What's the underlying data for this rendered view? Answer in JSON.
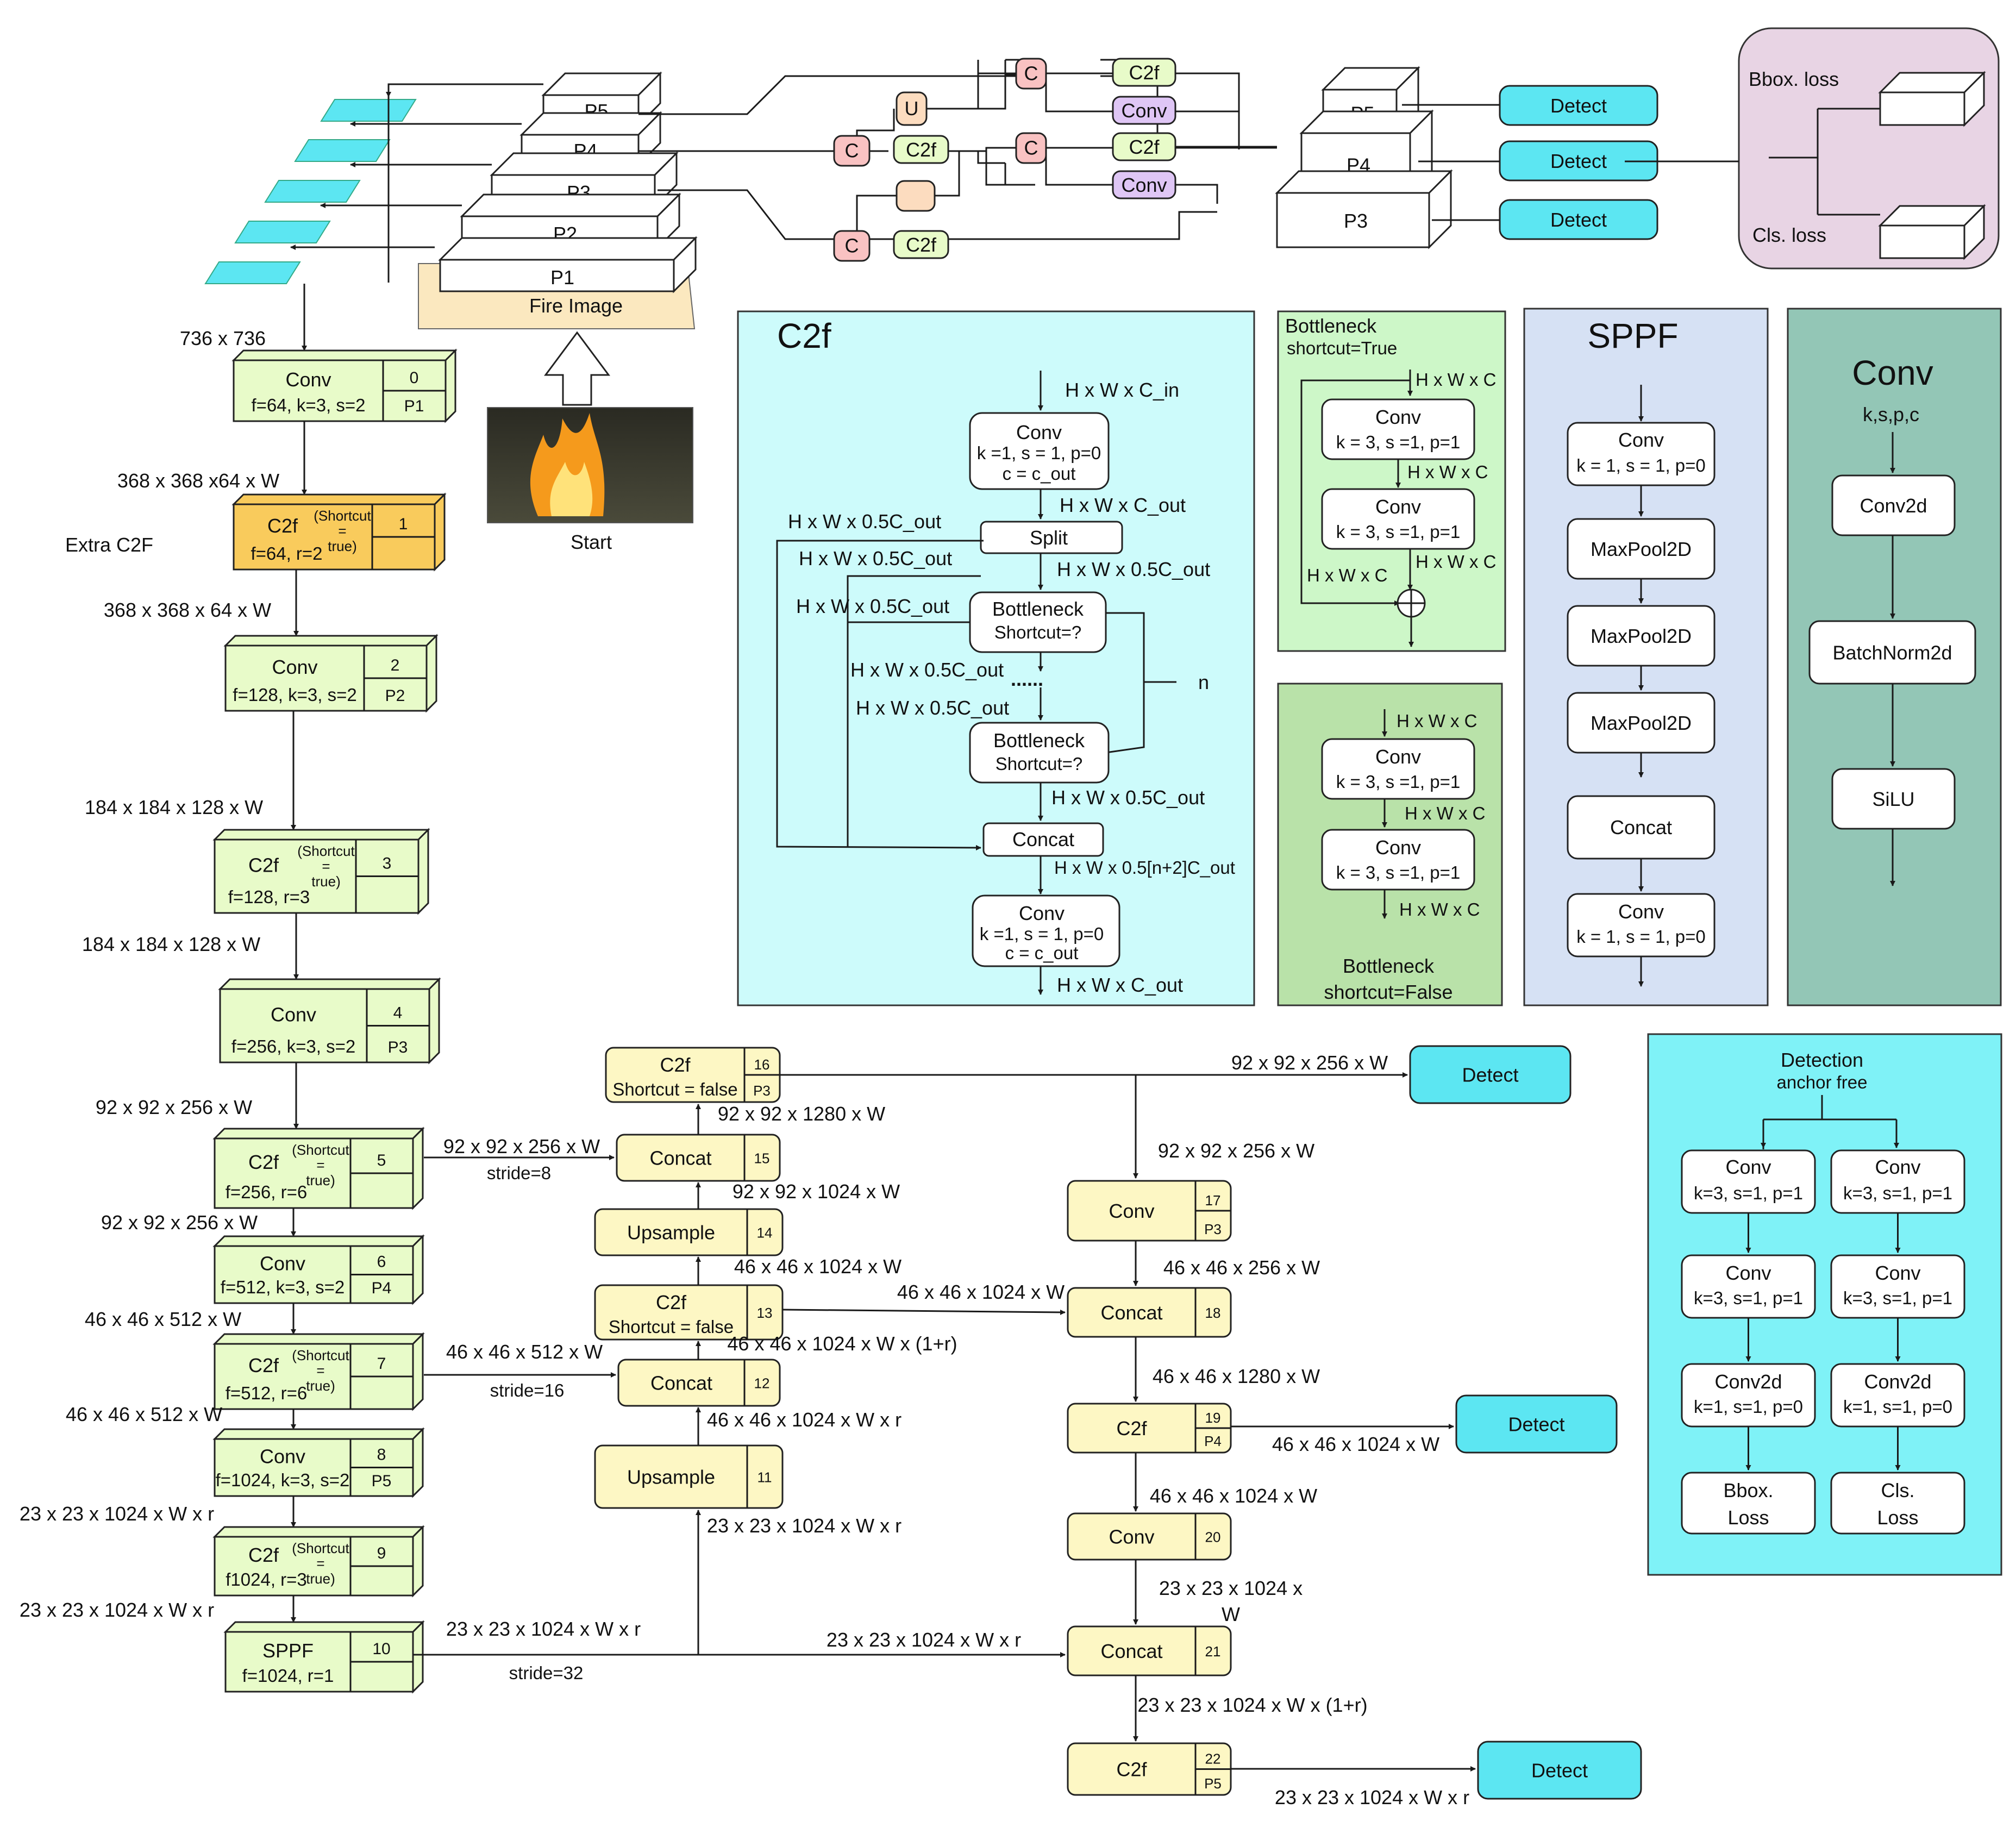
{
  "colors": {
    "backbone_green": "#e8fbc9",
    "extra_c2f": "#f9cb5c",
    "neck_yellow": "#fdf7c4",
    "detect_cyan": "#5ce6f2",
    "c2f_panel": "#cdfbfb",
    "bottleneck_true_panel": "#cdf7c8",
    "bottleneck_false_panel": "#b9e2a9",
    "sppf_panel": "#d6e1f4",
    "conv_panel": "#93c6b6",
    "detection_panel": "#7ff2f7",
    "loss_panel": "#e8d4e4",
    "c_node": "#f9c2c2",
    "u_node": "#fcdcbf",
    "conv_node": "#dfc6f5",
    "fire_image": "#fbe8bf"
  },
  "top": {
    "pyramid": [
      "P5",
      "P4",
      "P3",
      "P2",
      "P1"
    ],
    "fire_image_label": "Fire Image",
    "start_label": "Start",
    "c_label": "C",
    "u_label": "U",
    "c2f_label": "C2f",
    "conv_label": "Conv",
    "out_pyramid": [
      "P5",
      "P4",
      "P3"
    ],
    "detect_label": "Detect",
    "bbox_loss": "Bbox. loss",
    "cls_loss": "Cls. loss"
  },
  "backbone": {
    "in_dim": "736 x 736",
    "extra_c2f_label": "Extra C2F",
    "shortcut_word": "(Shortcut",
    "eq_word": "=",
    "true_word": "true)",
    "blocks": [
      {
        "name": "Conv",
        "param": "f=64, k=3, s=2",
        "idx": "0",
        "p": "P1"
      },
      {
        "name": "C2f",
        "param": "f=64, r=2",
        "idx": "1"
      },
      {
        "name": "Conv",
        "param": "f=128, k=3, s=2",
        "idx": "2",
        "p": "P2"
      },
      {
        "name": "C2f",
        "param": "f=128, r=3",
        "idx": "3"
      },
      {
        "name": "Conv",
        "param": "f=256, k=3, s=2",
        "idx": "4",
        "p": "P3"
      },
      {
        "name": "C2f",
        "param": "f=256, r=6",
        "idx": "5"
      },
      {
        "name": "Conv",
        "param": "f=512, k=3, s=2",
        "idx": "6",
        "p": "P4"
      },
      {
        "name": "C2f",
        "param": "f=512, r=6",
        "idx": "7"
      },
      {
        "name": "Conv",
        "param": "f=1024, k=3, s=2",
        "idx": "8",
        "p": "P5"
      },
      {
        "name": "C2f",
        "param": "f1024, r=3",
        "idx": "9"
      },
      {
        "name": "SPPF",
        "param": "f=1024, r=1",
        "idx": "10"
      }
    ],
    "dims": [
      "368 x 368 x64 x W",
      "368 x 368 x 64 x W",
      "184 x 184 x 128 x W",
      "184 x 184 x 128 x W",
      "92 x 92 x 256 x W",
      "92 x 92 x 256 x W",
      "46 x 46 x 512 x W",
      "46 x 46 x 512 x W",
      "23 x 23 x 1024 x W x r",
      "23 x 23 x 1024 x W x r"
    ]
  },
  "neck": {
    "concat": "Concat",
    "upsample": "Upsample",
    "c2f": "C2f",
    "conv": "Conv",
    "shortcut_false": "Shortcut = false",
    "detect": "Detect",
    "stride8": "stride=8",
    "stride16": "stride=16",
    "stride32": "stride=32",
    "idx": {
      "n11": "11",
      "n12": "12",
      "n13": "13",
      "n14": "14",
      "n15": "15",
      "n16": "16",
      "n17": "17",
      "n18": "18",
      "n19": "19",
      "n20": "20",
      "n21": "21",
      "n22": "22"
    },
    "p3": "P3",
    "p4": "P4",
    "p5": "P5",
    "d_5_15": "92 x 92 x 256 x W",
    "d_7_12": "46 x 46 x 512 x W",
    "d_10_11": "23 x 23 x 1024 x W x r",
    "d_10_21": "23 x 23 x 1024 x W x r",
    "d_11_12": "46 x 46 x 1024 x W x r",
    "d_11_in": "23 x 23 x 1024 x W x r",
    "d_12_13": "46 x 46 x 1024 x W x (1+r)",
    "d_13_14": "46 x 46 x 1024 x W",
    "d_13_18": "46 x 46 x 1024 x W",
    "d_14_15": "92 x 92 x 1024 x W",
    "d_15_16": "92 x 92 x 1280 x W",
    "d_16_det": "92 x 92 x 256 x W",
    "d_16_17": "92 x 92 x 256 x W",
    "d_17_18": "46 x 46 x 256 x W",
    "d_18_19": "46 x 46 x 1280 x W",
    "d_19_det": "46 x 46 x 1024 x W",
    "d_19_20": "46 x 46 x 1024 x W",
    "d_20_21a": "23 x 23 x 1024 x",
    "d_20_21b": "W",
    "d_21_22": "23 x 23 x 1024 x W x (1+r)",
    "d_22_det": "23 x 23 x 1024 x W x r"
  },
  "c2f_panel": {
    "title": "C2f",
    "in": "H x W x C_in",
    "conv1": [
      "Conv",
      "k =1, s = 1, p=0",
      "c = c_out"
    ],
    "after_conv": "H x W x C_out",
    "split": "Split",
    "split_left1": "H x W x 0.5C_out",
    "split_left2": "H x W x 0.5C_out",
    "split_right": "H x W x 0.5C_out",
    "bn_left": "H x W x 0.5C_out",
    "bottleneck": "Bottleneck",
    "shortcut_q": "Shortcut=?",
    "mid1": "H x W x 0.5C_out",
    "mid2": "H x W x 0.5C_out",
    "dots": "......",
    "n": "n",
    "after_bn": "H x W x 0.5C_out",
    "concat": "Concat",
    "after_concat": "H x W x 0.5[n+2]C_out",
    "conv2": [
      "Conv",
      "k =1, s = 1, p=0",
      "c = c_out"
    ],
    "out": "H x W x C_out"
  },
  "bottleneck_true": {
    "title": "Bottleneck",
    "subtitle": "shortcut=True",
    "dim": "H x W x C",
    "conv": "Conv",
    "param": "k = 3, s =1, p=1"
  },
  "bottleneck_false": {
    "dim": "H x W x C",
    "conv": "Conv",
    "param": "k = 3, s =1, p=1",
    "title": "Bottleneck",
    "subtitle": "shortcut=False"
  },
  "sppf_panel": {
    "title": "SPPF",
    "conv": "Conv",
    "conv_param": "k = 1, s = 1, p=0",
    "maxpool": "MaxPool2D",
    "concat": "Concat"
  },
  "conv_panel": {
    "title": "Conv",
    "subtitle": "k,s,p,c",
    "items": [
      "Conv2d",
      "BatchNorm2d",
      "SiLU"
    ]
  },
  "detection_panel": {
    "title": "Detection",
    "subtitle": "anchor free",
    "conv": "Conv",
    "conv_param": "k=3, s=1, p=1",
    "conv2d": "Conv2d",
    "conv2d_param": "k=1, s=1, p=0",
    "bbox_a": "Bbox.",
    "bbox_b": "Loss",
    "cls_a": "Cls.",
    "cls_b": "Loss"
  }
}
